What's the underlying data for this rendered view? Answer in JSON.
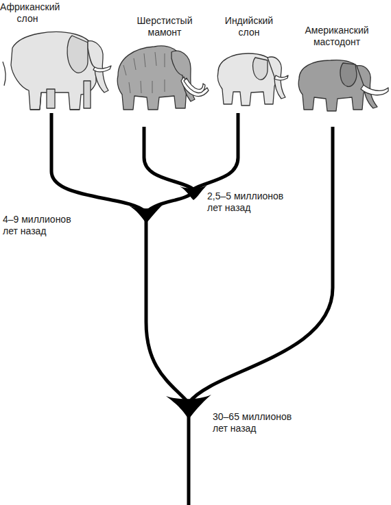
{
  "diagram": {
    "labels": [
      "Африканский слон",
      "Шерстистый мамонт",
      "Индийский слон",
      "Американский мастодонт",
      "2,5–5 миллионов лет назад",
      "4–9 миллионов лет назад",
      "30–65 миллионов лет назад"
    ]
  }
}
